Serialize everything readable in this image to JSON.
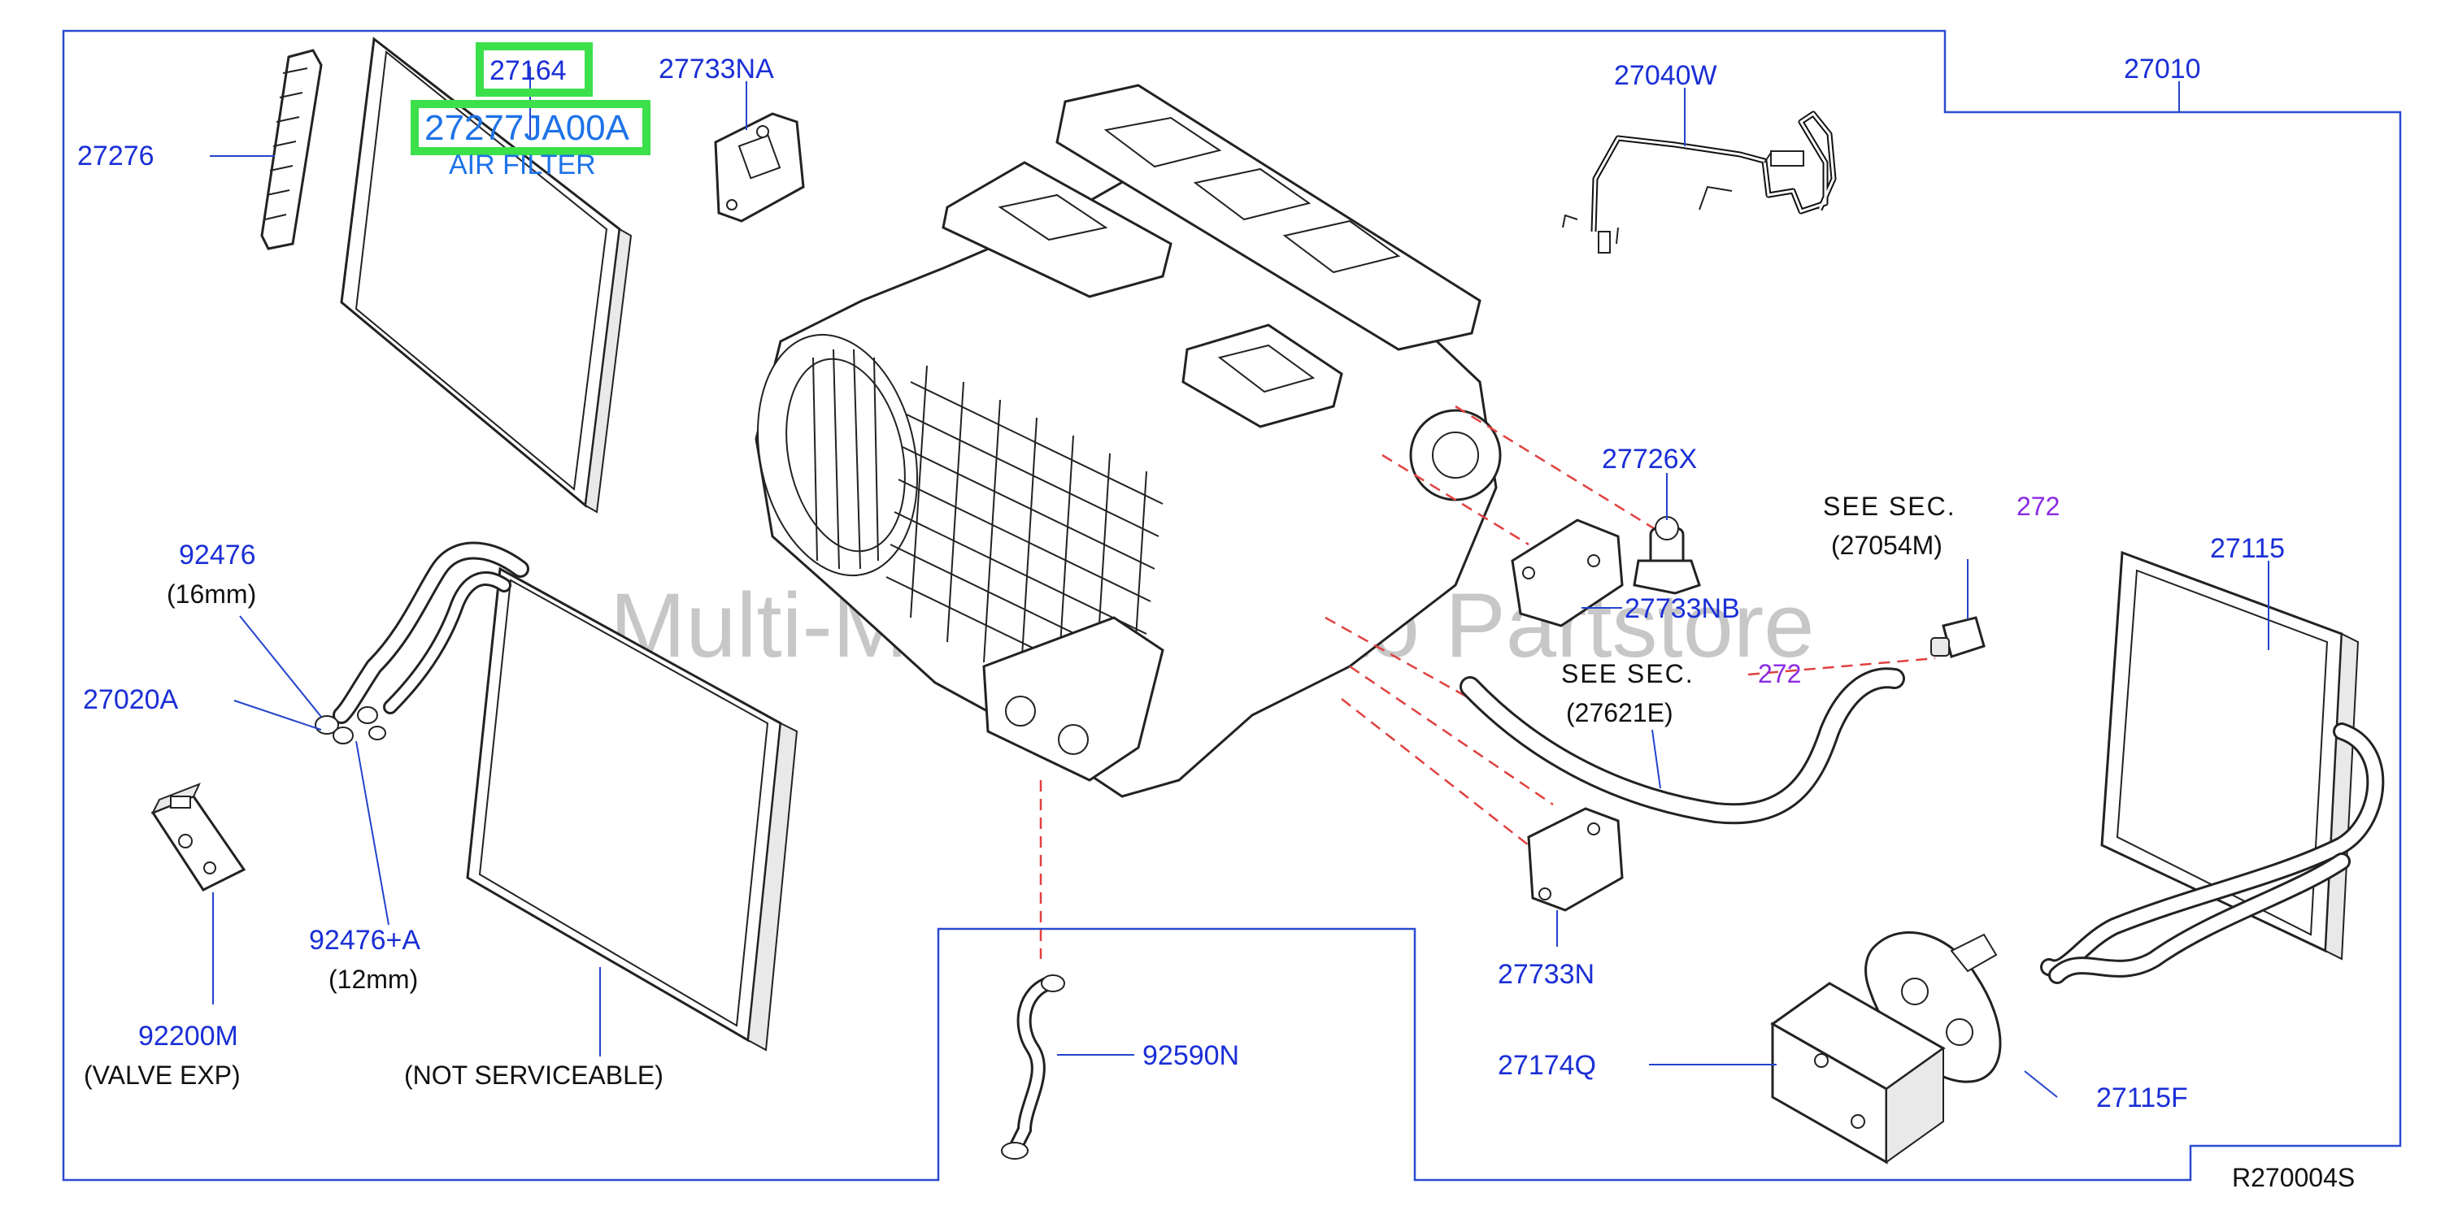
{
  "diagram": {
    "watermark": "Multi-Merchant Auto Partstore",
    "diagram_code": "R270004S",
    "highlight_color": "#3be04a",
    "label_color": "#1a2fd6",
    "parts": {
      "p27164": "27164",
      "p27277": "27277JA00A",
      "air_filter": "AIR FILTER",
      "p27276": "27276",
      "p27733NA": "27733NA",
      "p27040W": "27040W",
      "p27010": "27010",
      "p27726X": "27726X",
      "see_sec_1": "SEE   SEC.",
      "sec_1_num": "272",
      "sec_1_ref": "(27054M)",
      "p27115": "27115",
      "p27733NB": "27733NB",
      "see_sec_2": "SEE   SEC.",
      "sec_2_num": "272",
      "sec_2_ref": "(27621E)",
      "p92476": "92476",
      "p92476_size": "(16mm)",
      "p27020A": "27020A",
      "p92476A": "92476+A",
      "p92476A_size": "(12mm)",
      "p92200M": "92200M",
      "valve_exp": "(VALVE   EXP)",
      "not_serviceable": "(NOT   SERVICEABLE)",
      "p92590N": "92590N",
      "p27733N": "27733N",
      "p27174Q": "27174Q",
      "p27115F": "27115F"
    }
  }
}
